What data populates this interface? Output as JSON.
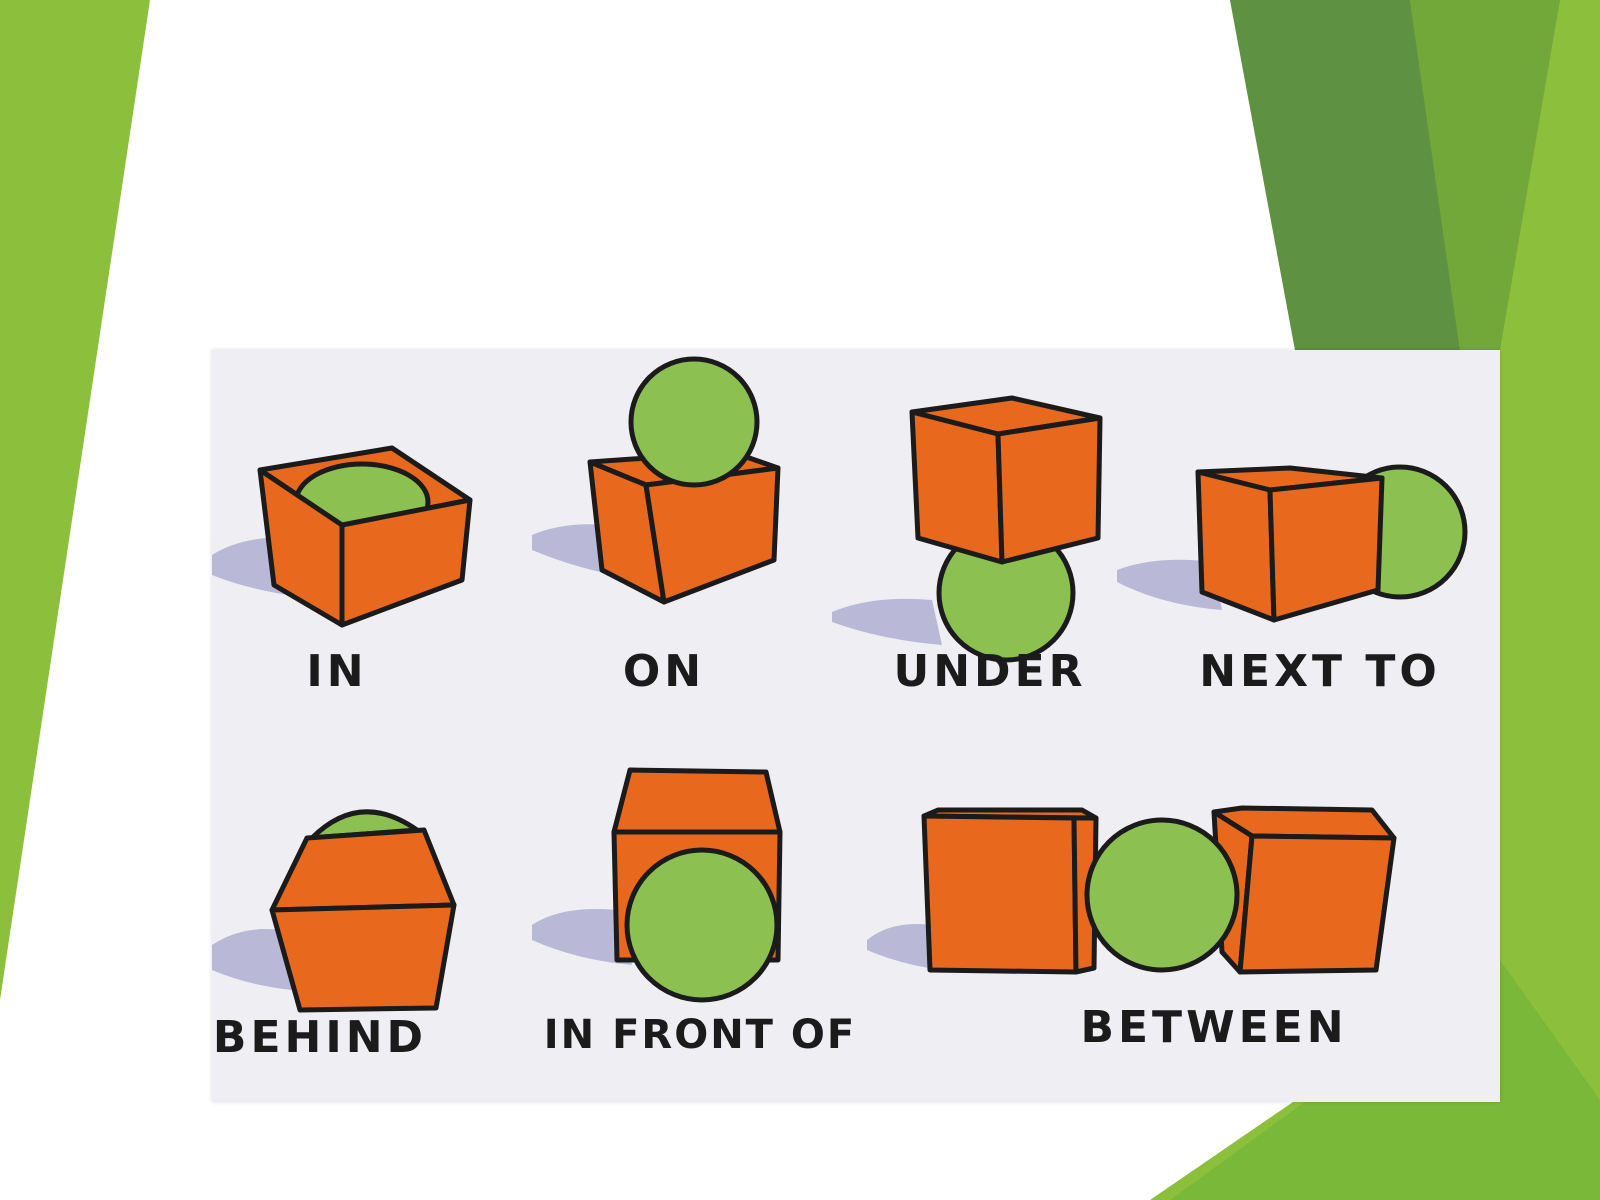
{
  "colors": {
    "accent_green_light": "#8cc03c",
    "accent_green_dark": "#5e9142",
    "box_orange": "#e8691e",
    "ball_green": "#8cc152",
    "outline": "#1c1b1b",
    "shadow": "#b9b8d6",
    "paper": "#eeeef3"
  },
  "panels": [
    {
      "id": "in",
      "label": "IN"
    },
    {
      "id": "on",
      "label": "ON"
    },
    {
      "id": "under",
      "label": "UNDER"
    },
    {
      "id": "next-to",
      "label": "NEXT TO"
    },
    {
      "id": "behind",
      "label": "BEHIND"
    },
    {
      "id": "in-front-of",
      "label": "IN FRONT OF"
    },
    {
      "id": "between",
      "label": "BETWEEN"
    }
  ]
}
